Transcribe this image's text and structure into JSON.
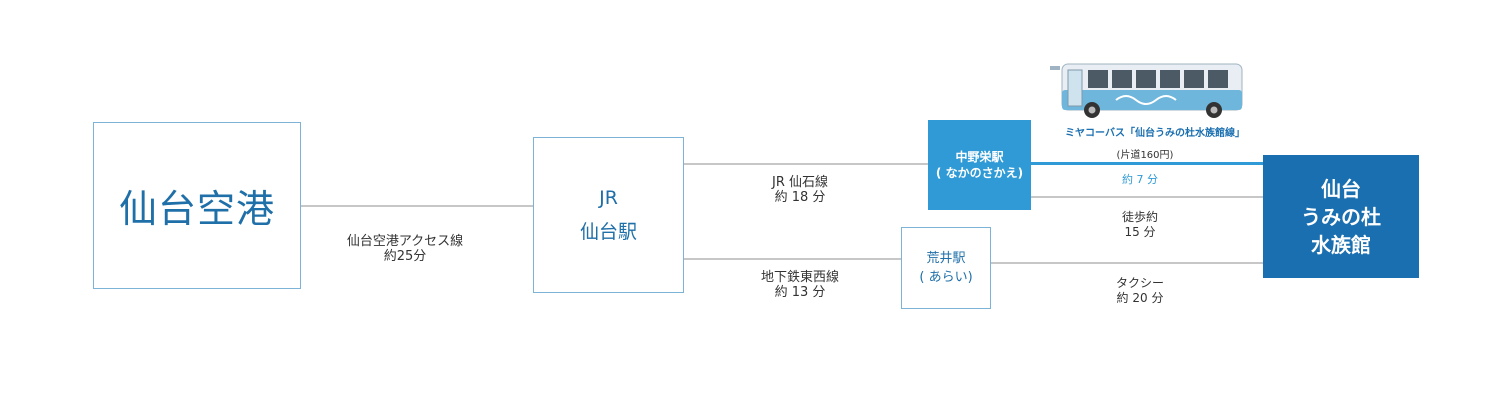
{
  "nodes": {
    "airport": "仙台空港",
    "sendai_line1": "JR",
    "sendai_line2": "仙台駅",
    "nakano_line1": "中野栄駅",
    "nakano_line2": "( なかのさかえ)",
    "arai_line1": "荒井駅",
    "arai_line2": "( あらい)",
    "aquarium_line1": "仙台",
    "aquarium_line2": "うみの杜",
    "aquarium_line3": "水族館"
  },
  "routes": {
    "access_name": "仙台空港アクセス線",
    "access_time": "約25分",
    "senseki_name": "JR 仙石線",
    "senseki_time": "約 18 分",
    "subway_name": "地下鉄東西線",
    "subway_time": "約 13 分",
    "bus_name": "ミヤコーバス「仙台うみの杜水族館線」",
    "bus_fare": "(片道160円)",
    "bus_time": "約 7 分",
    "walk_name": "徒歩約",
    "walk_time": "15 分",
    "taxi_name": "タクシー",
    "taxi_time": "約 20 分"
  },
  "colors": {
    "accent": "#2f9ad5",
    "dark": "#1a6fb0",
    "line": "#c7c7c7"
  }
}
